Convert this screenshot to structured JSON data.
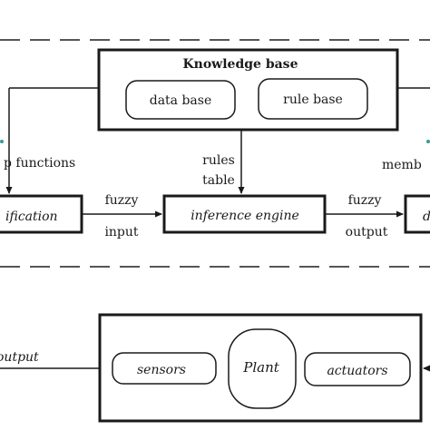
{
  "knowledge_base": {
    "title": "Knowledge base",
    "data_base": "data base",
    "rule_base": "rule base"
  },
  "labels": {
    "membership_left": "p functions",
    "membership_right": "memb",
    "rules": "rules",
    "table": "table",
    "fuzzy_in": "fuzzy",
    "input": "input",
    "fuzzy_out": "fuzzy",
    "output": "output",
    "crisp_output": "output"
  },
  "blocks": {
    "fuzzification": "ification",
    "inference_engine": "inference engine",
    "defuzzification": "d"
  },
  "plant": {
    "sensors": "sensors",
    "plant": "Plant",
    "actuators": "actuators"
  },
  "colors": {
    "line": "#1a1a1a",
    "dash": "#555555",
    "accent_teal": "#3a9a9a"
  }
}
